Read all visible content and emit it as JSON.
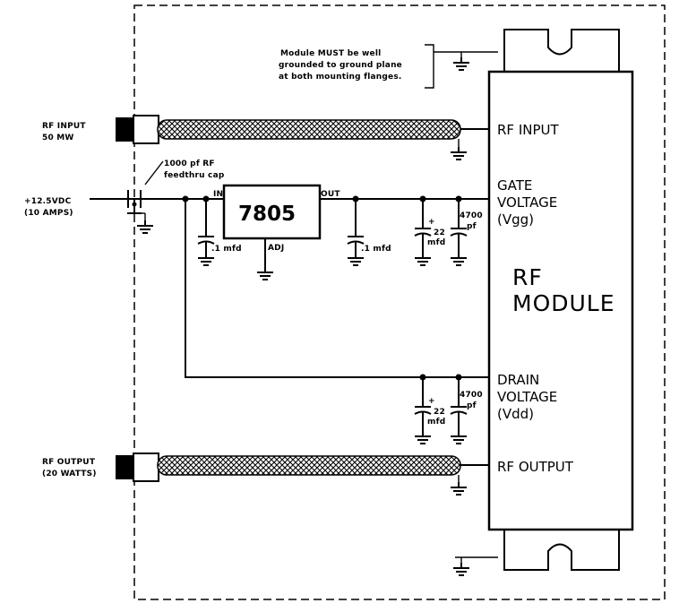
{
  "note": [
    "Module MUST be well",
    "grounded to ground plane",
    "at both mounting flanges."
  ],
  "rf_input": [
    "RF INPUT",
    "50 MW"
  ],
  "rf_output": [
    "RF OUTPUT",
    "(20 WATTS)"
  ],
  "supply": [
    "+12.5VDC",
    "(10 AMPS)"
  ],
  "feedthru": [
    "1000 pf RF",
    "feedthru cap"
  ],
  "regulator": {
    "part": "7805",
    "in": "IN",
    "out": "OUT",
    "adj": "ADJ"
  },
  "caps": {
    "c1": ".1 mfd",
    "c2": ".1 mfd",
    "c22": [
      "22",
      "mfd"
    ],
    "c4700": [
      "4700",
      "pf"
    ],
    "plus": "+"
  },
  "module": {
    "title": [
      "RF",
      "MODULE"
    ],
    "pins": {
      "rf_input": "RF INPUT",
      "gate": [
        "GATE",
        "VOLTAGE",
        "(Vgg)"
      ],
      "drain": [
        "DRAIN",
        "VOLTAGE",
        "(Vdd)"
      ],
      "rf_output": "RF OUTPUT"
    }
  }
}
